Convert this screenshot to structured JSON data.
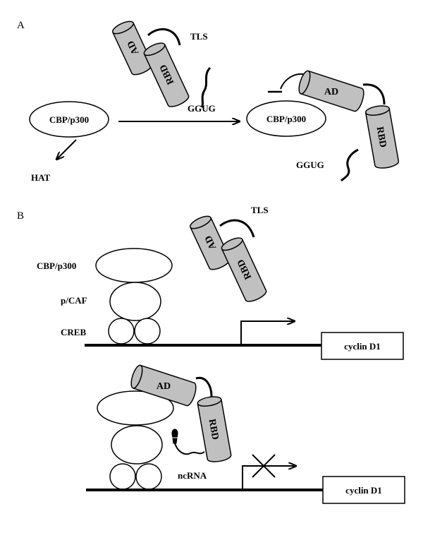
{
  "panel_a": {
    "letter": "A",
    "tls_label": "TLS",
    "ad_label": "AD",
    "rbd_label": "RBD",
    "rna_label": "GGUG",
    "cbp_label": "CBP/p300",
    "hat_label": "HAT"
  },
  "panel_b": {
    "letter": "B",
    "tls_label": "TLS",
    "ad_label": "AD",
    "rbd_label": "RBD",
    "cbp_label": "CBP/p300",
    "pcaf_label": "p/CAF",
    "creb_label": "CREB",
    "gene_label": "cyclin D1",
    "ncrna_label": "ncRNA"
  },
  "colors": {
    "cylinder_fill": "#c0c0c0",
    "stroke": "#000000",
    "background": "#ffffff"
  }
}
